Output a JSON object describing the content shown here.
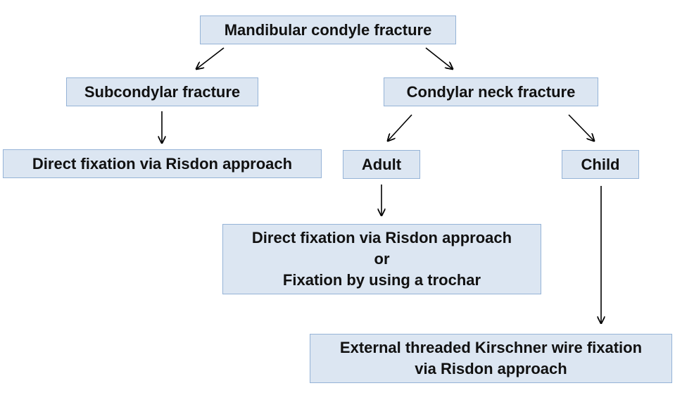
{
  "diagram": {
    "root": {
      "label": "Mandibular condyle fracture"
    },
    "subcondylar": {
      "label": "Subcondylar fracture"
    },
    "subcondylar_treatment": {
      "label": "Direct fixation via Risdon approach"
    },
    "neck": {
      "label": "Condylar neck fracture"
    },
    "adult": {
      "label": "Adult"
    },
    "child": {
      "label": "Child"
    },
    "adult_treatment": {
      "line1": "Direct fixation via Risdon approach",
      "line2": "or",
      "line3": "Fixation by using a trochar"
    },
    "child_treatment": {
      "line1": "External threaded Kirschner wire fixation",
      "line2": "via Risdon approach"
    },
    "colors": {
      "box_fill": "#dce6f2",
      "box_border": "#95b3d7",
      "arrow": "#000000"
    }
  }
}
